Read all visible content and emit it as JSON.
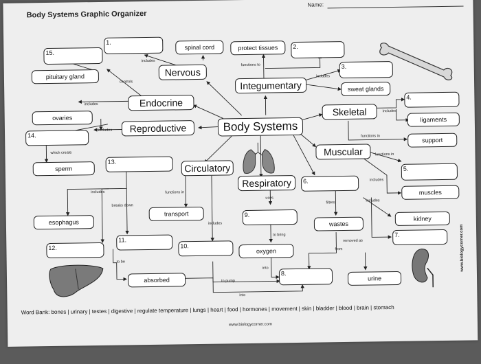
{
  "header": {
    "title": "Body Systems Graphic Organizer",
    "name_label": "Name:"
  },
  "center": "Body Systems",
  "systems": {
    "nervous": "Nervous",
    "integumentary": "Integumentary",
    "endocrine": "Endocrine",
    "reproductive": "Reproductive",
    "skeletal": "Skeletal",
    "muscular": "Muscular",
    "circulatory": "Circulatory",
    "respiratory": "Respiratory"
  },
  "given": {
    "spinal_cord": "spinal cord",
    "protect_tissues": "protect tissues",
    "pituitary_gland": "pituitary gland",
    "sweat_glands": "sweat glands",
    "ovaries": "ovaries",
    "ligaments": "ligaments",
    "support": "support",
    "sperm": "sperm",
    "muscles": "muscles",
    "transport": "transport",
    "esophagus": "esophagus",
    "wastes": "wastes",
    "kidney": "kidney",
    "oxygen": "oxygen",
    "absorbed": "absorbed",
    "urine": "urine"
  },
  "blanks": [
    "1.",
    "2.",
    "3.",
    "4.",
    "5.",
    "6.",
    "7.",
    "8.",
    "9.",
    "10.",
    "11.",
    "12.",
    "13.",
    "14.",
    "15."
  ],
  "links": {
    "includes": "includes",
    "controls": "controls",
    "functions_to": "functions to",
    "functions_in": "functions in",
    "which_create": "which create",
    "breaks_down": "breaks down",
    "uses": "uses",
    "filters": "filters",
    "to_bring": "to bring",
    "removed_as": "removed as",
    "from": "from",
    "to_be": "to be",
    "into": "into",
    "to_pump": "to pump"
  },
  "word_bank": "Word Bank: bones | urinary | testes | digestive | regulate temperature | lungs | heart | food | hormones | movement | skin | bladder | blood | brain | stomach",
  "website": "www.biologycorner.com",
  "side_credit": "www.biologycorner.com"
}
